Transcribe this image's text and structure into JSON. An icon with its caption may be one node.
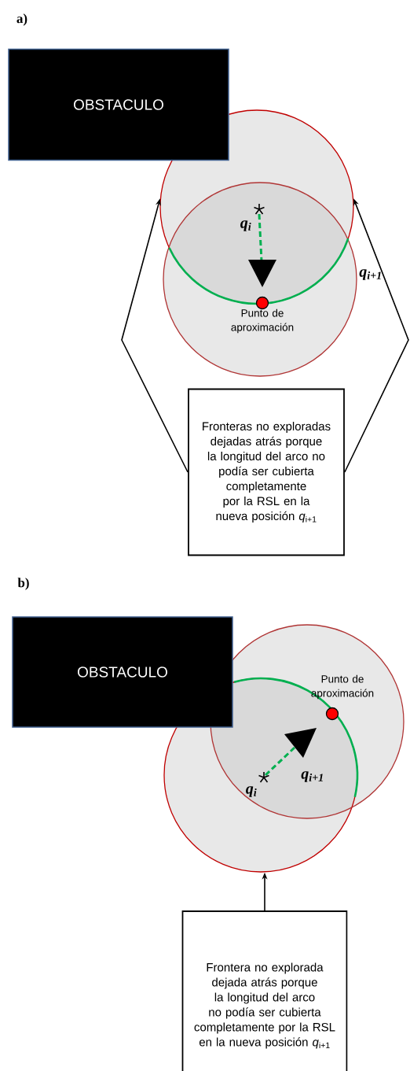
{
  "diagram": {
    "nodes": [
      {
        "text": [
          "OBSTACULO"
        ]
      },
      {
        "text": [],
        "shape": "circle"
      },
      {
        "text": [],
        "shape": "circle"
      },
      {
        "text": [
          "Fronteras no exploradas dejadas atrás porque la longitud del arco no podía ser cubierta completamente por la RSL en la nueva posición *q*$_{i+1}$"
        ]
      },
      {
        "text": [
          "OBSTACULO"
        ]
      },
      {
        "text": [],
        "shape": "circle"
      },
      {
        "text": [],
        "shape": "circle"
      },
      {
        "text": [
          "Frontera no explorada dejada atrás porque la longitud del arco no podía ser cubierta completamente por la RSL en la nueva posición *q*$_{i+1}$"
        ]
      }
    ],
    "edges": [
      {
        "from": 3,
        "to": 1,
        "arrow": "to"
      },
      {
        "from": 3,
        "to": 1,
        "arrow": "to"
      },
      {
        "from": 7,
        "to": 5,
        "arrow": "to"
      }
    ],
    "labels": [
      "a)",
      "q$_{i}$",
      "q$_{i+1}$",
      "Punto de aproximación",
      "b)",
      "Punto de aproximación",
      "q$_{i+1}$",
      "q$_{i}$"
    ]
  }
}
